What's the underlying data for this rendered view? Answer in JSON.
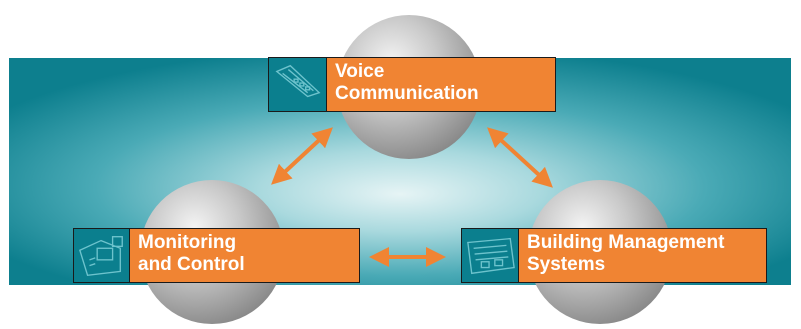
{
  "nodes": {
    "voice": {
      "line1": "Voice",
      "line2": "Communication"
    },
    "monitoring": {
      "line1": "Monitoring",
      "line2": "and Control"
    },
    "building": {
      "line1": "Building Management",
      "line2": "Systems"
    }
  },
  "colors": {
    "band_center": "#e6f4f5",
    "band_mid": "#5fb7c2",
    "band_edge": "#0d7f8e",
    "label_fill": "#f08433",
    "arrow": "#f08433",
    "sphere_light": "#f4f4f4",
    "sphere_dark": "#8a8a8a",
    "icon_fill": "#0b7f8e"
  },
  "icons": {
    "voice": "phone-handset-icon",
    "monitoring": "control-panel-icon",
    "building": "circuit-board-icon"
  }
}
